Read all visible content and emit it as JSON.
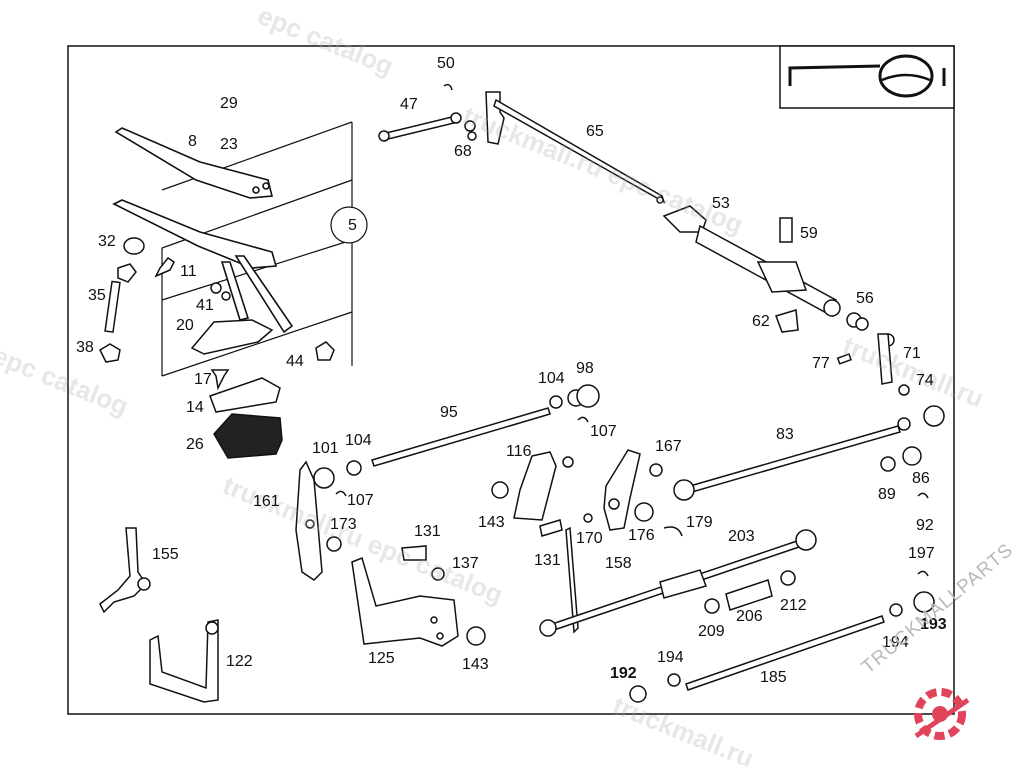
{
  "diagram": {
    "callout_number": "5",
    "part_numbers": [
      "29",
      "23",
      "8",
      "32",
      "11",
      "35",
      "41",
      "20",
      "38",
      "17",
      "44",
      "14",
      "26",
      "50",
      "47",
      "68",
      "65",
      "53",
      "59",
      "62",
      "56",
      "77",
      "71",
      "74",
      "104",
      "98",
      "95",
      "107",
      "167",
      "83",
      "101",
      "104",
      "107",
      "116",
      "161",
      "173",
      "131",
      "137",
      "143",
      "131",
      "170",
      "176",
      "179",
      "158",
      "155",
      "122",
      "125",
      "143",
      "203",
      "86",
      "89",
      "92",
      "197",
      "193",
      "194",
      "209",
      "206",
      "212",
      "192",
      "194",
      "185"
    ]
  },
  "watermarks": [
    "epc catalog",
    "truckmall.ru epc catalog",
    "truckmall.ru",
    "epc catalog",
    "truckmall.ru epc catalog",
    "truckmall.ru",
    "truckmall.ru"
  ],
  "logo": {
    "text": "TRUCKMALLPARTS",
    "color": "#e0435a"
  }
}
